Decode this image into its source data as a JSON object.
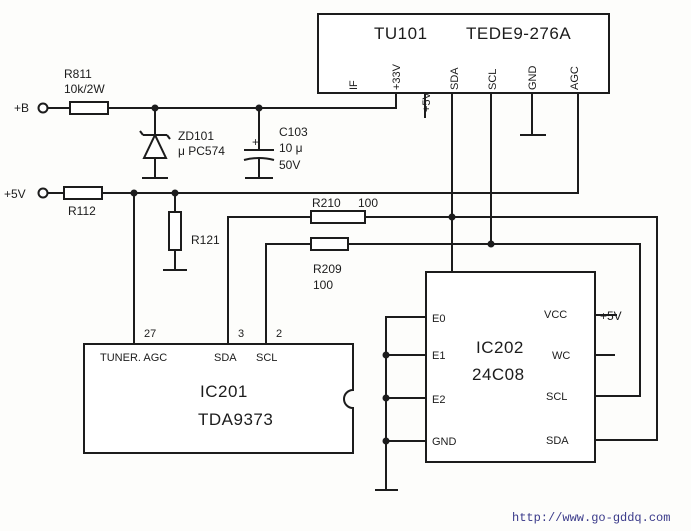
{
  "tuner": {
    "ref": "TU101",
    "part": "TEDE9-276A",
    "pins": [
      "IF",
      "+33V",
      "+5V",
      "SDA",
      "SCL",
      "GND",
      "AGC"
    ]
  },
  "ic201": {
    "ref": "IC201",
    "part": "TDA9373",
    "pins": [
      {
        "name": "TUNER. AGC",
        "num": "27"
      },
      {
        "name": "SDA",
        "num": "3"
      },
      {
        "name": "SCL",
        "num": "2"
      }
    ]
  },
  "ic202": {
    "ref": "IC202",
    "part": "24C08",
    "pins_left": [
      "E0",
      "E1",
      "E2",
      "GND"
    ],
    "pins_right": [
      "VCC",
      "WC",
      "SCL",
      "SDA"
    ],
    "vcc_supply": "+5V"
  },
  "components": {
    "r811": {
      "ref": "R811",
      "value": "10k/2W"
    },
    "zd101": {
      "ref": "ZD101",
      "value": "μ PC574"
    },
    "c103": {
      "ref": "C103",
      "value1": "10 μ",
      "value2": "50V"
    },
    "r112": {
      "ref": "R112"
    },
    "r121": {
      "ref": "R121"
    },
    "r210": {
      "ref": "R210",
      "value": "100"
    },
    "r209": {
      "ref": "R209",
      "value": "100"
    }
  },
  "rails": {
    "plus_b": "+B",
    "plus_5v": "+5V"
  },
  "watermark": "http://www.go-gddq.com"
}
